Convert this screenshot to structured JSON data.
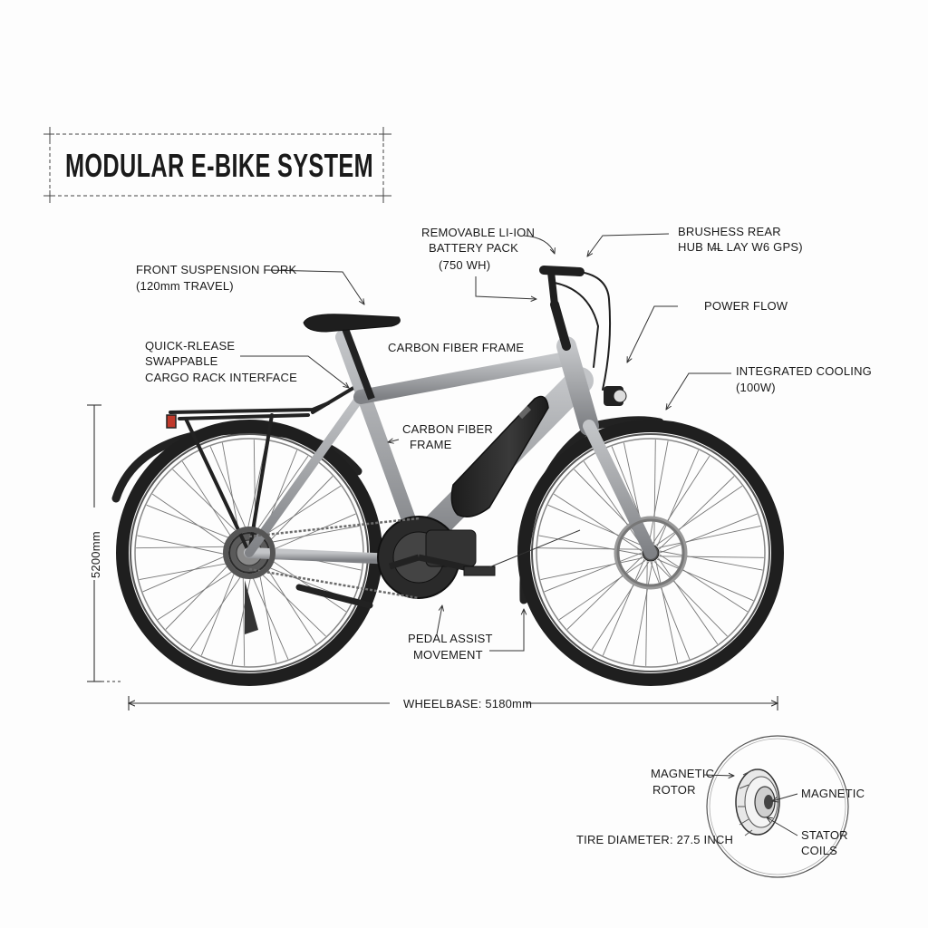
{
  "title": "MODULAR E-BIKE SYSTEM",
  "callouts": {
    "battery_l1": "REMOVABLE LI-ION",
    "battery_l2": "BATTERY PACK",
    "battery_l3": "(750 WH)",
    "hub_l1": "BRUSHESS REAR",
    "hub_l2": "HUB M̶L LAY W6 GPS)",
    "fork_l1": "FRONT SUSPENSION FORK",
    "fork_l2": "(120mm TRAVEL)",
    "power_flow": "POWER FLOW",
    "rack_l1": "QUICK-RLEASE",
    "rack_l2": "SWAPPABLE",
    "rack_l3": "CARGO RACK INTERFACE",
    "frame_top": "CARBON FIBER FRAME",
    "cooling_l1": "INTEGRATED COOLING",
    "cooling_l2": "(100W)",
    "frame_mid_l1": "CARBON FIBER",
    "frame_mid_l2": "FRAME",
    "pedal_l1": "PEDAL ASSIST",
    "pedal_l2": "MOVEMENT"
  },
  "dimensions": {
    "height": "5200mm",
    "wheelbase": "WHEELBASE: 5180mm",
    "tire": "TIRE DIAMETER: 27.5 INCH"
  },
  "motor_detail": {
    "rotor_l1": "MAGNETIC",
    "rotor_l2": "ROTOR",
    "magnetic": "MAGNETIC",
    "stator_l1": "STATOR",
    "stator_l2": "COILS"
  },
  "colors": {
    "frame": "#a3a5a8",
    "tire": "#1f1f1f",
    "battery": "#2a2a2a",
    "background": "#fdfdfd"
  }
}
